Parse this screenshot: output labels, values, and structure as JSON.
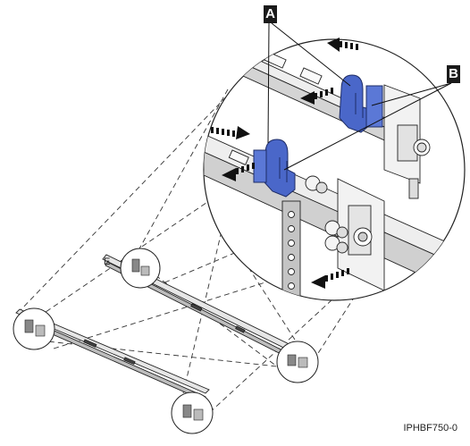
{
  "callouts": {
    "a": "A",
    "b": "B"
  },
  "figure_id": "IPHBF750-0",
  "colors": {
    "latch_blue": "#4a67c9",
    "latch_blue_dark": "#2c3f8f",
    "rail_gray": "#d0d0d0",
    "line": "#1a1a1a"
  },
  "icons": [
    "arrow-left-icon",
    "arrow-right-icon"
  ]
}
